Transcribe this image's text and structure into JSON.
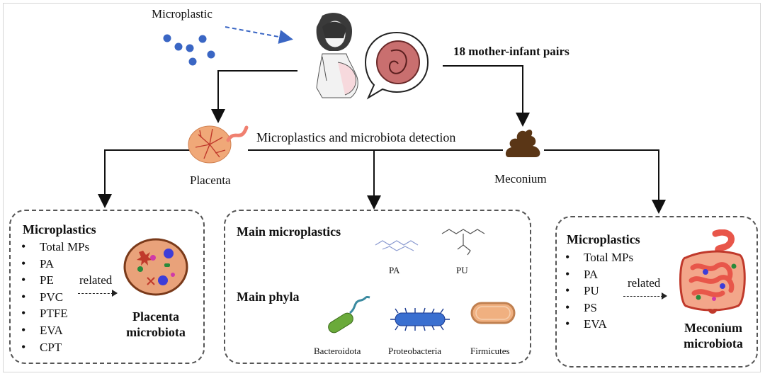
{
  "top": {
    "microplastic_label": "Microplastic",
    "pairs_label": "18 mother-infant pairs",
    "detection_label": "Microplastics and microbiota detection",
    "placenta_label": "Placenta",
    "meconium_label": "Meconium"
  },
  "left_panel": {
    "heading": "Microplastics",
    "items": [
      "Total MPs",
      "PA",
      "PE",
      "PVC",
      "PTFE",
      "EVA",
      "CPT"
    ],
    "related_label": "related",
    "result_line1": "Placenta",
    "result_line2": "microbiota"
  },
  "middle_panel": {
    "mp_heading": "Main microplastics",
    "mp_items": [
      "PA",
      "PU"
    ],
    "phyla_heading": "Main phyla",
    "phyla": [
      "Bacteroidota",
      "Proteobacteria",
      "Firmicutes"
    ]
  },
  "right_panel": {
    "heading": "Microplastics",
    "items": [
      "Total MPs",
      "PA",
      "PU",
      "PS",
      "EVA"
    ],
    "related_label": "related",
    "result_line1": "Meconium",
    "result_line2": "microbiota"
  },
  "colors": {
    "dot_blue": "#3a66c4",
    "placenta_orange": "#f0a878",
    "meconium_brown": "#5a3616",
    "bacteroidota_green": "#6aaa3a",
    "proteobacteria_blue": "#3a6fd0",
    "firmicutes_orange": "#f0b080",
    "intestine_red": "#e8564a"
  }
}
